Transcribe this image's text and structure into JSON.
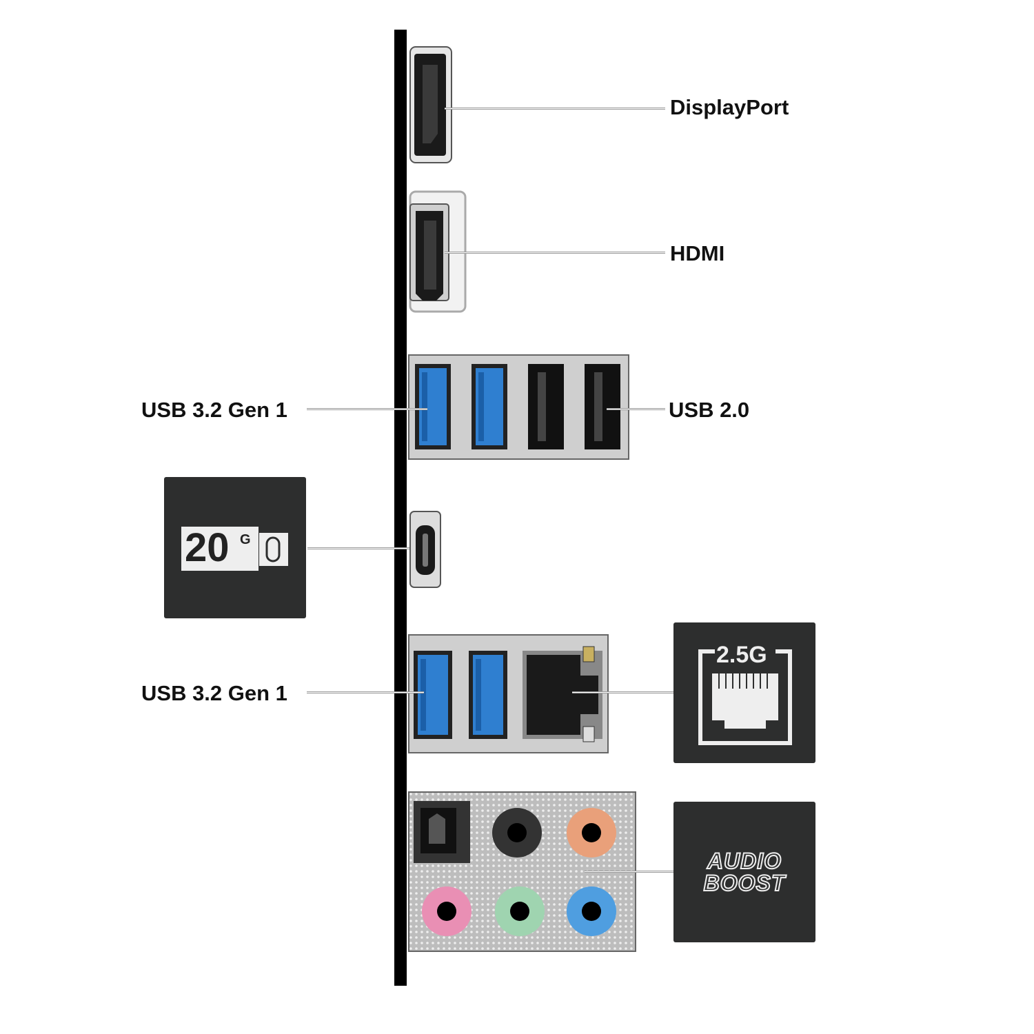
{
  "labels": {
    "displayport": "DisplayPort",
    "hdmi": "HDMI",
    "usb_gen1_top": "USB 3.2 Gen 1",
    "usb_2": "USB 2.0",
    "usb_gen1_bottom": "USB 3.2 Gen 1"
  },
  "badges": {
    "usbc_speed": "20",
    "usbc_unit": "G",
    "lan_speed": "2.5G",
    "audio_line1": "AUDIO",
    "audio_line2": "BOOST"
  },
  "colors": {
    "usb3_blue": "#2f7fd0",
    "badge_bg": "#2d2e2e",
    "audio_orange": "#e9a07a",
    "audio_black": "#333333",
    "audio_pink": "#e98fb4",
    "audio_green": "#9fd4b0",
    "audio_blue": "#4f9ee0"
  }
}
